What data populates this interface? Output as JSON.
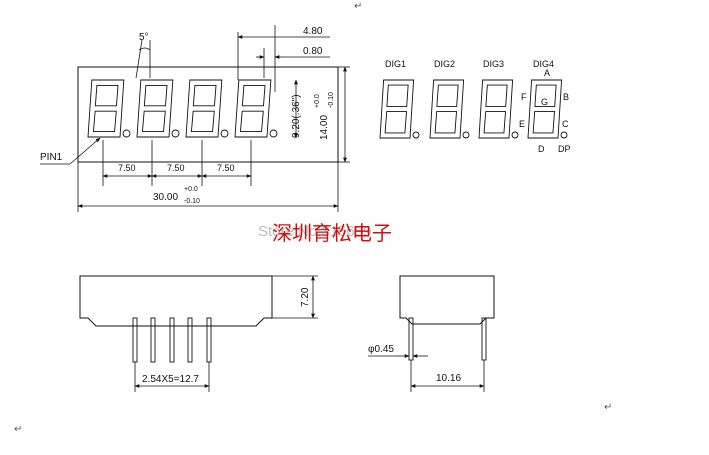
{
  "top_view": {
    "angle_label": "5°",
    "dim_pitch_top": "4.80",
    "dim_dp": "0.80",
    "dim_digit_height": "9.20(.36\")",
    "dim_height": "14.00",
    "dim_height_tol_plus": "+0.0",
    "dim_height_tol_minus": "-0.10",
    "pin1_label": "PIN1",
    "pitch_labels": [
      "7.50",
      "7.50",
      "7.50"
    ],
    "width_label": "30.00",
    "width_tol_plus": "+0.0",
    "width_tol_minus": "-0.10"
  },
  "digit_diagram": {
    "digit_labels": [
      "DIG1",
      "DIG2",
      "DIG3",
      "DIG4"
    ],
    "segment_labels": {
      "A": "A",
      "B": "B",
      "C": "C",
      "D": "D",
      "E": "E",
      "F": "F",
      "G": "G",
      "DP": "DP"
    }
  },
  "watermark": {
    "text": "深圳育松电子",
    "overlay": "Store No.315659"
  },
  "side_view": {
    "height": "7.20",
    "pin_pitch": "2.54X5=12.7"
  },
  "end_view": {
    "pin_diameter": "φ0.45",
    "row_spacing": "10.16"
  },
  "return_marks": [
    "↵",
    "↵",
    "↵"
  ],
  "colors": {
    "line": "#111111",
    "watermark": "#cc1111",
    "overlay": "#bbbbbb"
  }
}
